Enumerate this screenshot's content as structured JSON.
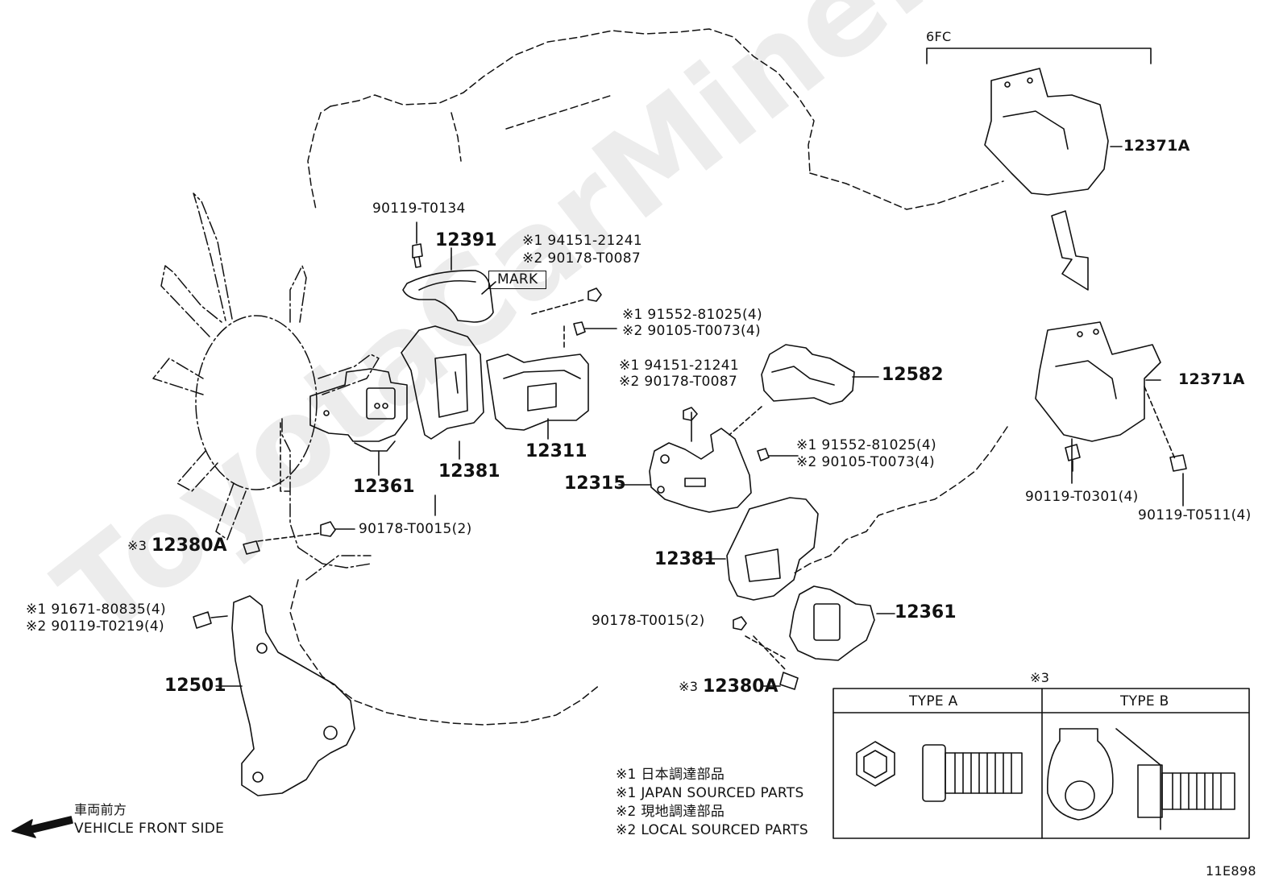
{
  "watermark": "ToyotaCarMine.ru",
  "header_group": "6FC",
  "labels": {
    "p90119_T0134": "90119-T0134",
    "p12391": "12391",
    "mark": "MARK",
    "r1_94151": "※1 94151-21241",
    "r2_90178": "※2 90178-T0087",
    "r1_91552": "※1  91552-81025(4)",
    "r2_90105": "※2  90105-T0073(4)",
    "s1_94151": "※1 94151-21241",
    "s2_90178": "※2 90178-T0087",
    "p12582": "12582",
    "t1_91552": "※1  91552-81025(4)",
    "t2_90105": "※2  90105-T0073(4)",
    "p12361_left": "12361",
    "p12381_left": "12381",
    "p12311": "12311",
    "p12315": "12315",
    "p90178_T0015_left": "90178-T0015(2)",
    "p12380A_left": "12380A",
    "p12380A_left_prefix": "※3",
    "p91671": "※1  91671-80835(4)",
    "p90119_T0219": "※2  90119-T0219(4)",
    "p12501": "12501",
    "p12381_right": "12381",
    "p90178_T0015_right": "90178-T0015(2)",
    "p12361_right": "12361",
    "p12380A_right": "12380A",
    "p12380A_right_prefix": "※3",
    "p12371A_top": "12371A",
    "p12371A_mid": "12371A",
    "p90119_T0301": "90119-T0301(4)",
    "p90119_T0511": "90119-T0511(4)"
  },
  "front_side": {
    "jp": "車両前方",
    "en": "VEHICLE FRONT SIDE"
  },
  "legend": [
    "※1 日本調達部品",
    "※1 JAPAN SOURCED PARTS",
    "※2 現地調達部品",
    "※2 LOCAL SOURCED PARTS"
  ],
  "type_table": {
    "note": "※3",
    "type_a": "TYPE A",
    "type_b": "TYPE B"
  },
  "figure_id": "11E898"
}
